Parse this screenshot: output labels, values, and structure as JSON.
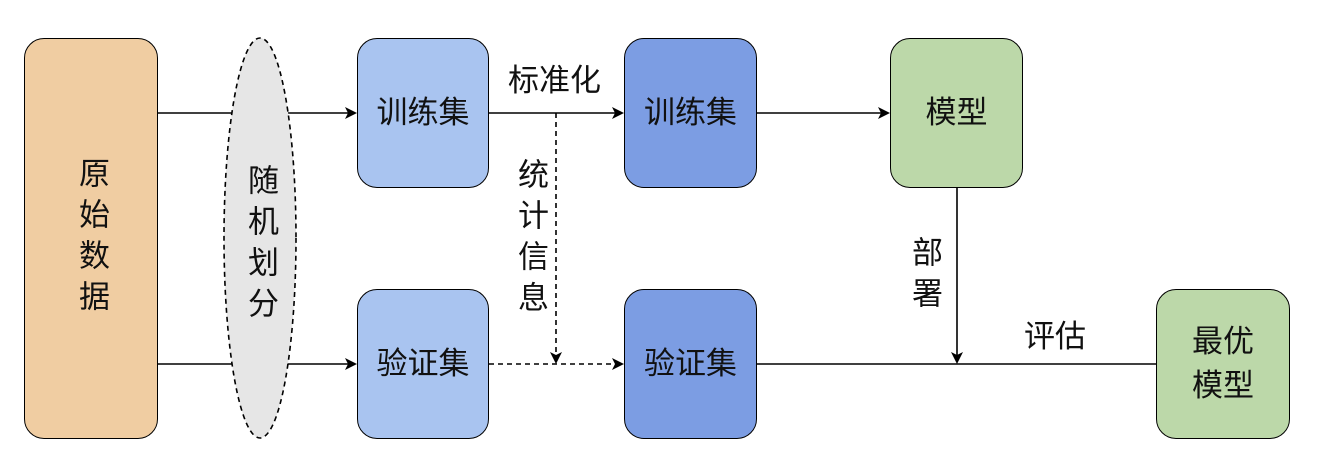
{
  "nodes": {
    "raw_data": {
      "label": "原始数据",
      "color": "#f0cda2"
    },
    "random_split": {
      "label": "随机划分",
      "color": "#e6e6e6"
    },
    "train_set_1": {
      "label": "训练集",
      "color": "#a9c4f0"
    },
    "val_set_1": {
      "label": "验证集",
      "color": "#a9c4f0"
    },
    "train_set_2": {
      "label": "训练集",
      "color": "#7c9de3"
    },
    "val_set_2": {
      "label": "验证集",
      "color": "#7c9de3"
    },
    "model": {
      "label": "模型",
      "color": "#bcd8a9"
    },
    "best_model": {
      "label": "最优模型",
      "color": "#bcd8a9"
    }
  },
  "edges": {
    "standardize": "标准化",
    "statistics": "统计信息",
    "deploy": "部署",
    "evaluate": "评估"
  }
}
